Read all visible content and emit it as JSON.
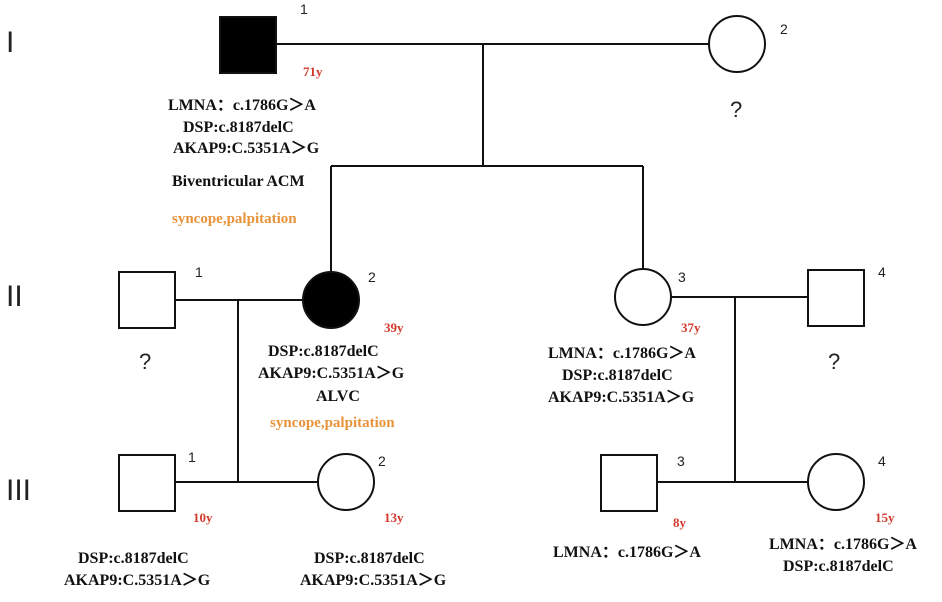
{
  "generations": [
    "I",
    "II",
    "III"
  ],
  "individuals": {
    "I1": {
      "number": "1",
      "sex": "male",
      "affected": true,
      "age": "71y",
      "genotype": [
        "LMNA：c.1786G＞A",
        "DSP:c.8187delC",
        "AKAP9:C.5351A＞G"
      ],
      "phenotype": "Biventricular ACM",
      "symptoms": "syncope,palpitation"
    },
    "I2": {
      "number": "2",
      "sex": "female",
      "affected": false,
      "unknown": "?"
    },
    "II1": {
      "number": "1",
      "sex": "male",
      "affected": false,
      "unknown": "?"
    },
    "II2": {
      "number": "2",
      "sex": "female",
      "affected": true,
      "age": "39y",
      "genotype": [
        "DSP:c.8187delC",
        "AKAP9:C.5351A＞G"
      ],
      "phenotype": "ALVC",
      "symptoms": "syncope,palpitation"
    },
    "II3": {
      "number": "3",
      "sex": "female",
      "affected": false,
      "age": "37y",
      "genotype": [
        "LMNA：c.1786G＞A",
        "DSP:c.8187delC",
        "AKAP9:C.5351A＞G"
      ]
    },
    "II4": {
      "number": "4",
      "sex": "male",
      "affected": false,
      "unknown": "?"
    },
    "III1": {
      "number": "1",
      "sex": "male",
      "affected": false,
      "age": "10y",
      "genotype": [
        "DSP:c.8187delC",
        "AKAP9:C.5351A＞G"
      ]
    },
    "III2": {
      "number": "2",
      "sex": "female",
      "affected": false,
      "age": "13y",
      "genotype": [
        "DSP:c.8187delC",
        "AKAP9:C.5351A＞G"
      ]
    },
    "III3": {
      "number": "3",
      "sex": "male",
      "affected": false,
      "age": "8y",
      "genotype": [
        "LMNA：c.1786G＞A"
      ]
    },
    "III4": {
      "number": "4",
      "sex": "female",
      "affected": false,
      "age": "15y",
      "genotype": [
        "LMNA：c.1786G＞A",
        "DSP:c.8187delC"
      ]
    }
  },
  "colors": {
    "affected": "#000000",
    "age": "#d33a2c",
    "symptom": "#e8923a",
    "line": "#111111"
  }
}
